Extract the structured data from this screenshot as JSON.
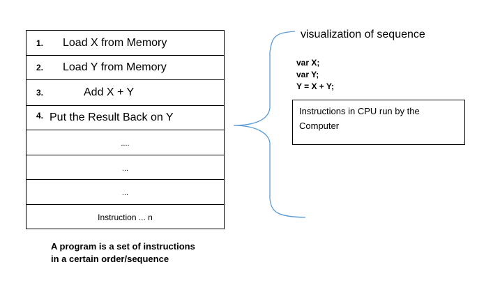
{
  "rows": [
    {
      "num": "1.",
      "text": "Load X from Memory"
    },
    {
      "num": "2.",
      "text": "Load Y from Memory"
    },
    {
      "num": "3.",
      "text": "Add X + Y"
    },
    {
      "num": "4.",
      "text": "Put the Result Back on Y"
    },
    {
      "text": "...."
    },
    {
      "text": "..."
    },
    {
      "text": "..."
    },
    {
      "text": "Instruction ... n"
    }
  ],
  "caption": {
    "line1": "A program is a set of instructions",
    "line2": "in a certain order/sequence"
  },
  "title": "visualization of sequence",
  "code": [
    "var X;",
    "var Y;",
    "Y = X + Y;"
  ],
  "box_text": "Instructions in CPU run by the Computer",
  "colors": {
    "brace": "#5b9bd5"
  }
}
